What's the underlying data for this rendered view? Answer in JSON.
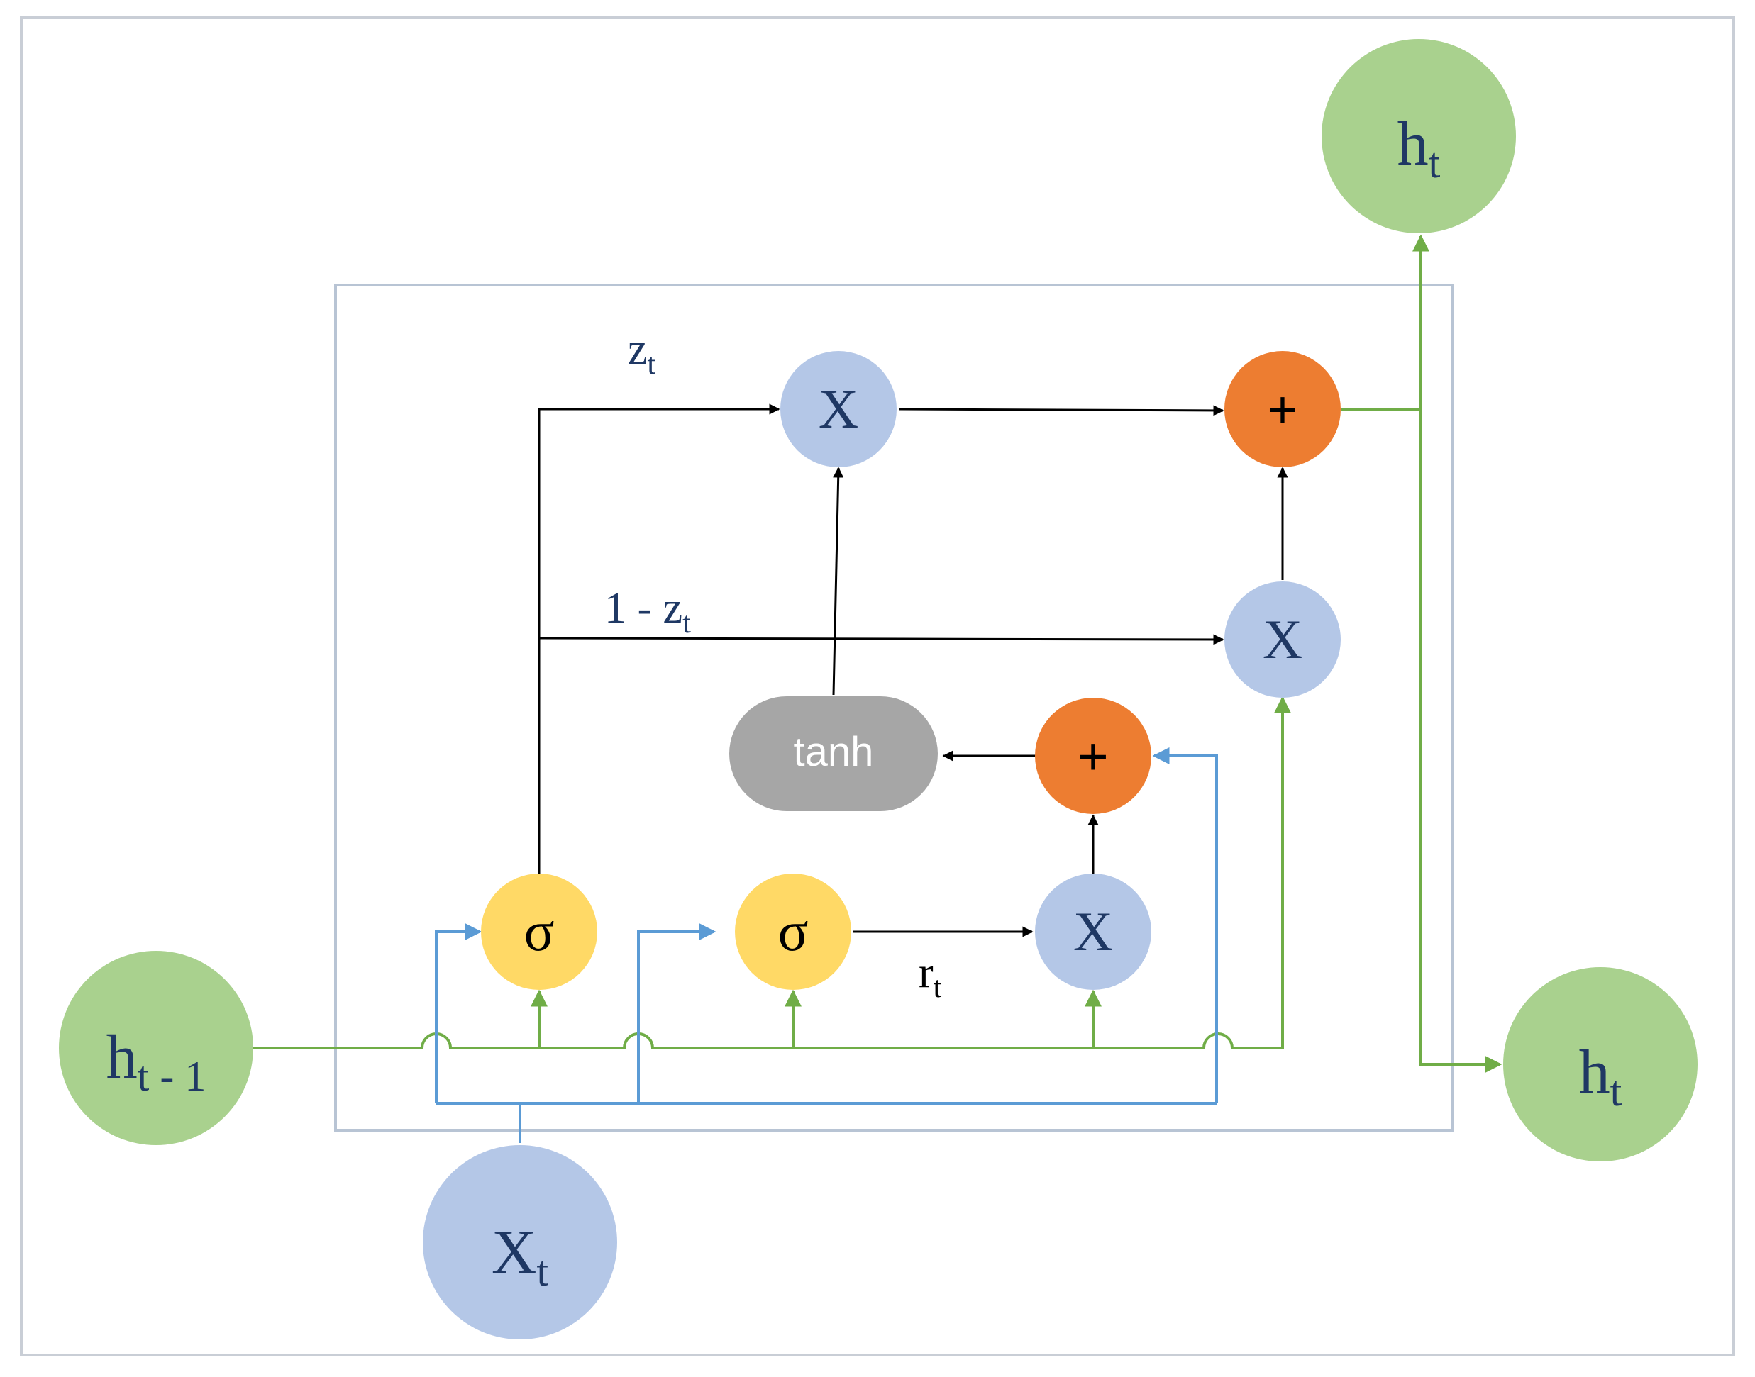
{
  "colors": {
    "green_node": "#a9d18e",
    "blue_node": "#b4c7e7",
    "yellow_node": "#ffd966",
    "orange_node": "#ed7d31",
    "gray_node": "#a6a6a6",
    "green_line": "#70ad47",
    "blue_line": "#5b9bd5",
    "black_line": "#000000",
    "node_text": "#1f3864",
    "frame": "#c9ced6"
  },
  "nodes": {
    "h_prev": {
      "main": "h",
      "sub": "t - 1"
    },
    "x_t": {
      "main": "X",
      "sub": "t"
    },
    "h_out_top": {
      "main": "h",
      "sub": "t"
    },
    "h_out_right": {
      "main": "h",
      "sub": "t"
    },
    "sigma_update": "σ",
    "sigma_reset": "σ",
    "mult_reset": "X",
    "mult_z": "X",
    "mult_one_minus_z": "X",
    "plus_candidate": "+",
    "plus_output": "+",
    "tanh": "tanh"
  },
  "labels": {
    "z_t": {
      "main": "z",
      "sub": "t"
    },
    "one_minus_z_t": {
      "main": "1 - z",
      "sub": "t"
    },
    "r_t": {
      "main": "r",
      "sub": "t"
    }
  }
}
